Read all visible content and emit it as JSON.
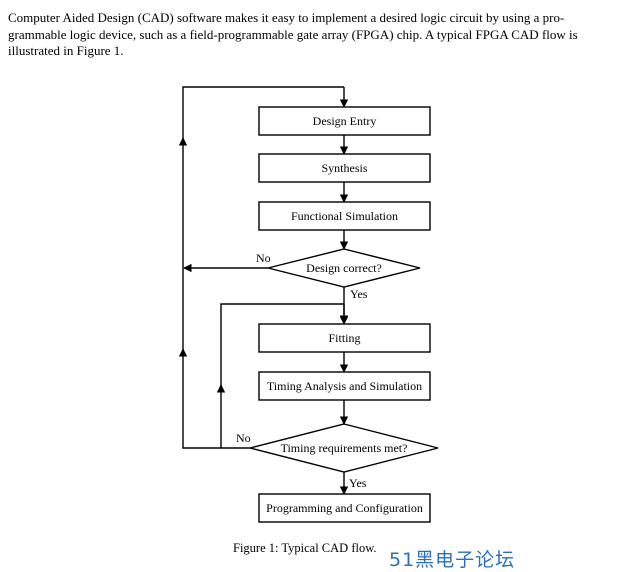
{
  "intro": {
    "line1": "Computer Aided Design (CAD) software makes it easy to implement a desired logic circuit by using a pro-",
    "line2": "grammable logic device, such as a field-programmable gate array (FPGA) chip.  A typical FPGA CAD flow is",
    "line3": "illustrated in Figure 1."
  },
  "flow": {
    "design_entry": "Design Entry",
    "synthesis": "Synthesis",
    "functional_simulation": "Functional Simulation",
    "design_correct": "Design correct?",
    "fitting": "Fitting",
    "timing_analysis": "Timing Analysis and Simulation",
    "timing_met": "Timing requirements met?",
    "programming": "Programming and Configuration",
    "no_label_1": "No",
    "yes_label_1": "Yes",
    "no_label_2": "No",
    "yes_label_2": "Yes"
  },
  "caption": "Figure 1: Typical CAD flow.",
  "watermark": "51黑电子论坛"
}
